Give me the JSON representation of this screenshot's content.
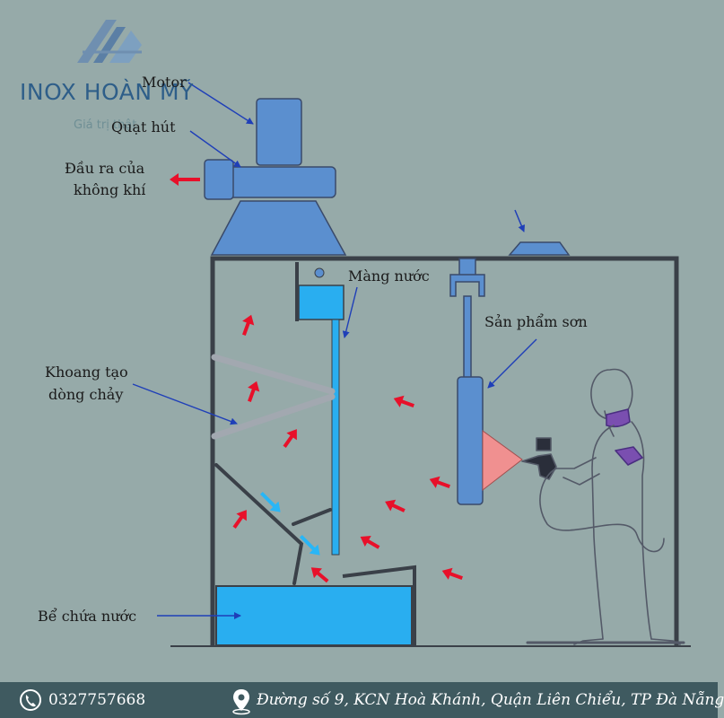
{
  "logo": {
    "title": "INOX HOÀN MỸ",
    "subtitle": "Giá trị thật",
    "icon": "stacked-triangles-logo"
  },
  "labels": {
    "motor": "Motor",
    "fan": "Quạt hút",
    "air_outlet_line1": "Đầu ra của",
    "air_outlet_line2": "không khí",
    "water_curtain": "Màng nước",
    "product": "Sản phẩm sơn",
    "chamber_line1": "Khoang tạo",
    "chamber_line2": "dòng chảy",
    "tank": "Bể chứa nước"
  },
  "footer": {
    "phone": "0327757668",
    "address": "Đường số 9, KCN Hoà Khánh, Quận Liên Chiểu, TP Đà Nẵng",
    "phone_icon": "phone-icon",
    "location_icon": "map-pin-icon"
  },
  "colors": {
    "background": "#96aaa9",
    "equipment_blue": "#5b8fcf",
    "water_blue": "#29aef0",
    "red_arrow": "#e8102a",
    "cyan_arrow": "#29b6f6",
    "spray_cone": "#f09090",
    "footer_bg": "#3f5a60",
    "logo_blue": "#2e5e89"
  }
}
